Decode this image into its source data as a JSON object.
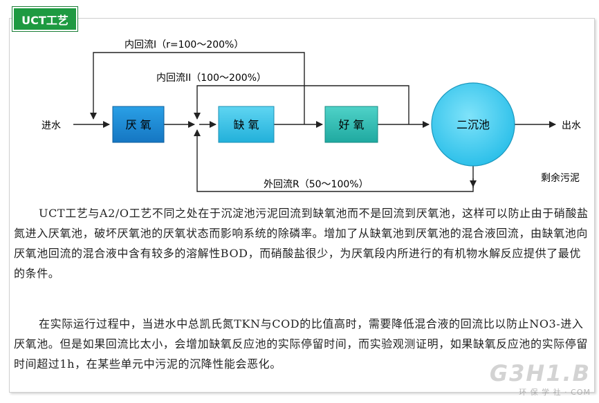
{
  "tag": {
    "label": "UCT工艺"
  },
  "diagram": {
    "inlet": "进水",
    "outlet": "出水",
    "sludge": "剩余污泥",
    "boxes": {
      "anaerobic": "厌 氧",
      "anoxic": "缺 氧",
      "aerobic": "好 氧",
      "clarifier": "二沉池"
    },
    "recycles": {
      "internal_1": "内回流I（r=100～200%）",
      "internal_2": "内回流II（100～200%）",
      "external": "外回流R（50～100%）"
    },
    "colors": {
      "anaerobic": "#1e8fd6",
      "anoxic": "#35c2e6",
      "aerobic": "#2ec2b6",
      "clarifier": "#33c8ee"
    }
  },
  "text": {
    "para1": "UCT工艺与A2/O工艺不同之处在于沉淀池污泥回流到缺氧池而不是回流到厌氧池，这样可以防止由于硝酸盐氮进入厌氧池，破坏厌氧池的厌氧状态而影响系统的除磷率。增加了从缺氧池到厌氧池的混合液回流，由缺氧池向厌氧池回流的混合液中含有较多的溶解性BOD，而硝酸盐很少，为厌氧段内所进行的有机物水解反应提供了最优的条件。",
    "para2": "在实际运行过程中，当进水中总凯氏氮TKN与COD的比值高时，需要降低混合液的回流比以防止NO3-进入厌氧池。但是如果回流比太小，会增加缺氧反应池的实际停留时间，而实验观测证明，如果缺氧反应池的实际停留时间超过1h，在某些单元中污泥的沉降性能会恶化。"
  },
  "watermark": {
    "logo": "G3H1.B",
    "sub": "环 保 学 社 · COM"
  }
}
